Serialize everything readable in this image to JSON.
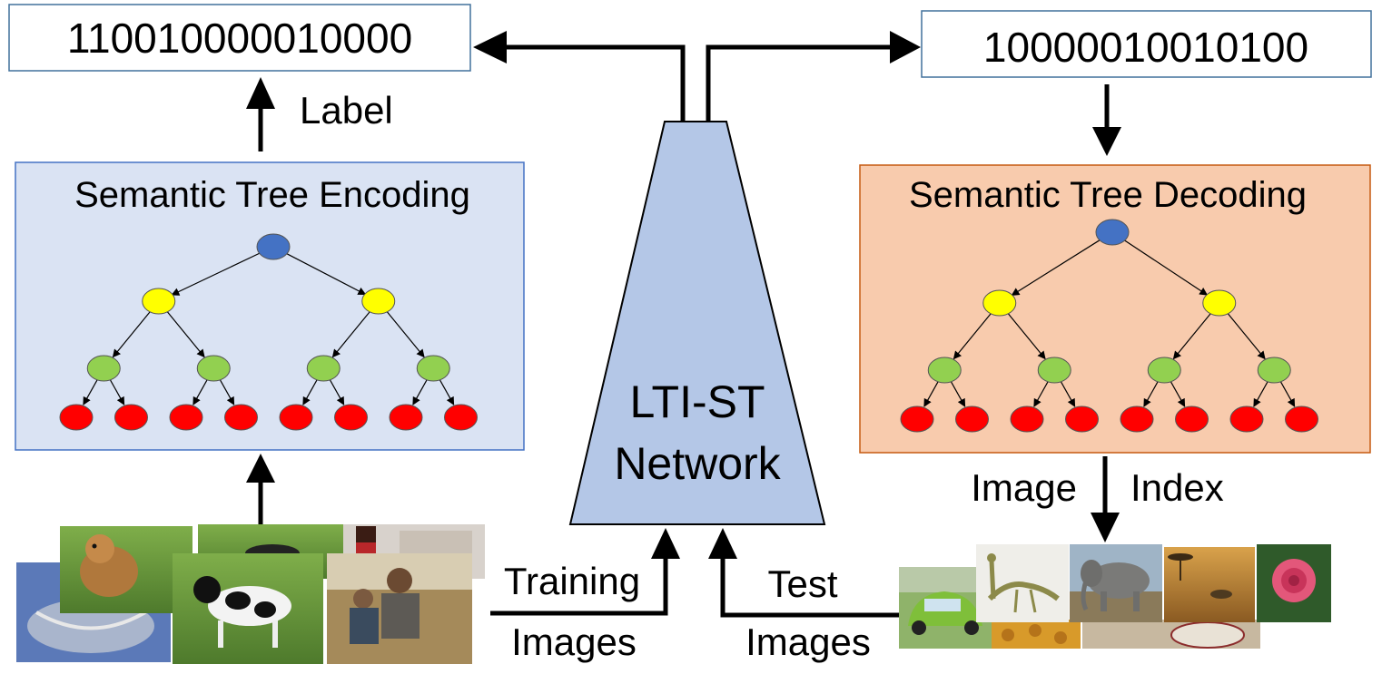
{
  "left_code": "110010000010000",
  "right_code": "10000010010100",
  "label_text": "Label",
  "encoding_title": "Semantic Tree Encoding",
  "decoding_title": "Semantic Tree Decoding",
  "network": {
    "line1": "LTI-ST",
    "line2": "Network"
  },
  "training": {
    "line1": "Training",
    "line2": "Images"
  },
  "test": {
    "line1": "Test",
    "line2": "Images"
  },
  "image_index": {
    "word1": "Image",
    "word2": "Index"
  },
  "colors": {
    "encoding_box": "#dae3f3",
    "encoding_border": "#4472c4",
    "decoding_box": "#f8cbad",
    "decoding_border": "#c55a11",
    "network_fill": "#b4c7e7",
    "root": "#4472c4",
    "level1": "#ffff00",
    "level2": "#92d050",
    "leaf": "#ff0000"
  }
}
